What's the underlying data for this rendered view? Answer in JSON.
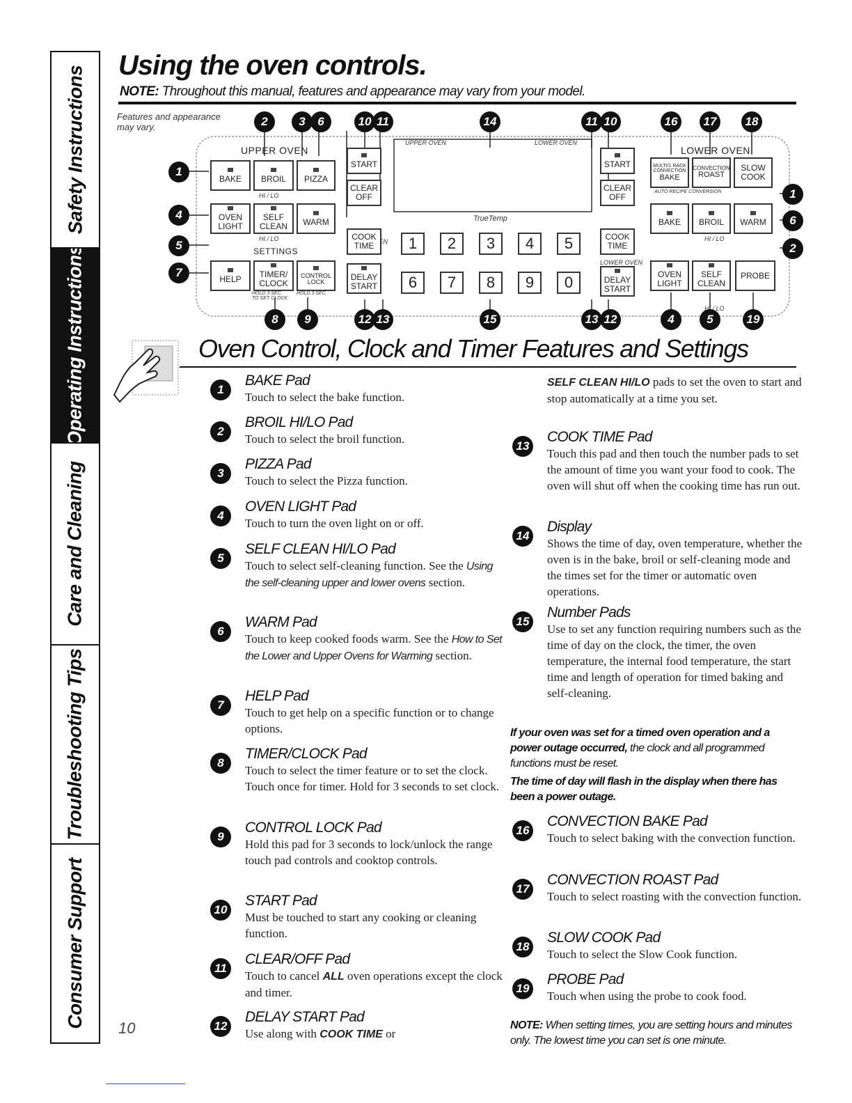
{
  "side_tabs": [
    {
      "label": "Safety Instructions",
      "active": false
    },
    {
      "label": "Operating Instructions",
      "active": true
    },
    {
      "label": "Care and Cleaning",
      "active": false
    },
    {
      "label": "Troubleshooting Tips",
      "active": false
    },
    {
      "label": "Consumer Support",
      "active": false
    }
  ],
  "header": {
    "title": "Using the oven controls.",
    "note_label": "NOTE:",
    "note_text": "Throughout this manual, features and appearance may vary from your model."
  },
  "diagram": {
    "features_note_1": "Features and appearance",
    "features_note_2": "may vary.",
    "upper_oven": "Upper Oven",
    "lower_oven": "Lower Oven",
    "settings": "Settings",
    "display_upper": "Upper Oven",
    "display_lower": "Lower Oven",
    "truetemp": "TrueTemp",
    "hi_lo": "Hi / Lo",
    "pads": {
      "bake": "Bake",
      "broil": "Broil",
      "pizza": "Pizza",
      "oven_light_1": "Oven",
      "oven_light_2": "Light",
      "self_clean_1": "Self",
      "self_clean_2": "Clean",
      "warm": "Warm",
      "help": "Help",
      "timer_1": "Timer/",
      "timer_2": "Clock",
      "control_1": "Control",
      "control_2": "Lock",
      "hold_1": "Hold 3 Sec.",
      "hold_2": "To Set Clock",
      "hold_3": "Hold 3 Sec.",
      "start": "Start",
      "clear_1": "Clear",
      "clear_2": "Off",
      "cook_1": "Cook",
      "cook_2": "Time",
      "delay_1": "Delay",
      "delay_2": "Start",
      "conv_bake_1": "Multi/1 Rack",
      "conv_bake_2": "Convection",
      "conv_bake_3": "Bake",
      "conv_roast_1": "Convection",
      "conv_roast_2": "Roast",
      "slow_1": "Slow",
      "slow_2": "Cook",
      "auto_recipe": "Auto Recipe Conversion",
      "probe": "Probe"
    },
    "numbers": [
      "1",
      "2",
      "3",
      "4",
      "5",
      "6",
      "7",
      "8",
      "9",
      "0"
    ],
    "callouts": {
      "c1": "1",
      "c2": "2",
      "c3": "3",
      "c4": "4",
      "c5": "5",
      "c6": "6",
      "c7": "7",
      "c8": "8",
      "c9": "9",
      "c10": "10",
      "c11": "11",
      "c12": "12",
      "c13": "13",
      "c14": "14",
      "c15": "15",
      "c16": "16",
      "c17": "17",
      "c18": "18",
      "c19": "19"
    }
  },
  "section_title": "Oven Control, Clock and Timer Features and Settings",
  "features_left": [
    {
      "num": "1",
      "title": "BAKE Pad",
      "text": "Touch to select the bake function."
    },
    {
      "num": "2",
      "title": "BROIL HI/LO Pad",
      "text": "Touch to select the broil function."
    },
    {
      "num": "3",
      "title": "PIZZA Pad",
      "text": "Touch to select the Pizza function."
    },
    {
      "num": "4",
      "title": "OVEN LIGHT Pad",
      "text": "Touch to turn the oven light on or off."
    },
    {
      "num": "5",
      "title": "SELF CLEAN HI/LO Pad",
      "text_a": "Touch to select self-cleaning function. See the ",
      "ref": "Using the self-cleaning upper and lower ovens",
      "text_b": " section."
    },
    {
      "num": "6",
      "title": "WARM Pad",
      "text_a": "Touch to keep cooked foods warm. See the ",
      "ref": "How to Set the Lower and Upper Ovens for Warming",
      "text_b": " section."
    },
    {
      "num": "7",
      "title": "HELP Pad",
      "text": "Touch to get help on a specific function or to change options."
    },
    {
      "num": "8",
      "title": "TIMER/CLOCK Pad",
      "text": "Touch to select the timer feature or to set the clock. Touch once for timer. Hold for 3 seconds to set clock."
    },
    {
      "num": "9",
      "title": "CONTROL LOCK Pad",
      "text": "Hold this pad for 3 seconds to lock/unlock the range touch pad controls and cooktop controls."
    },
    {
      "num": "10",
      "title": "START Pad",
      "text": "Must be touched to start any cooking or cleaning function."
    },
    {
      "num": "11",
      "title": "CLEAR/OFF Pad",
      "text_a": "Touch to cancel ",
      "bold": "ALL",
      "text_b": " oven operations except the clock and timer."
    },
    {
      "num": "12",
      "title": "DELAY START Pad",
      "text_a": "Use along with ",
      "bold": "COOK TIME",
      "text_b": " or"
    }
  ],
  "features_right": {
    "continued_bold": "SELF CLEAN HI/LO",
    "continued_text": " pads to set the oven to start and stop automatically at a time you set.",
    "items_a": [
      {
        "num": "13",
        "title": "COOK TIME Pad",
        "text": "Touch this pad and then touch the number pads to set the amount of time you want your food to cook. The oven will shut off when the cooking time has run out."
      },
      {
        "num": "14",
        "title": "Display",
        "text": "Shows the time of day, oven temperature, whether the oven is in the bake, broil or self-cleaning mode and the times set for the timer or automatic oven operations."
      },
      {
        "num": "15",
        "title": "Number Pads",
        "text": "Use to set any function requiring numbers such as the time of day on the clock, the timer, the oven temperature, the internal food temperature, the start time and length of operation for timed baking and self-cleaning."
      }
    ],
    "outage_bold": "If your oven was set for a timed oven operation and a power outage occurred,",
    "outage_text": " the clock and all programmed functions must be reset.",
    "flash_bold": "The time of day will flash in the display when there has been a power outage.",
    "items_b": [
      {
        "num": "16",
        "title": "CONVECTION BAKE Pad",
        "text": "Touch to select baking with the convection function."
      },
      {
        "num": "17",
        "title": "CONVECTION ROAST Pad",
        "text": "Touch to select roasting with the convection function."
      },
      {
        "num": "18",
        "title": "SLOW COOK Pad",
        "text": "Touch to select the Slow Cook function."
      },
      {
        "num": "19",
        "title": "PROBE Pad",
        "text": "Touch when using the probe to cook food."
      }
    ],
    "note_label": "NOTE:",
    "note_text": " When setting times, you are setting hours and minutes only. The lowest time you can set is one minute."
  },
  "page_number": "10"
}
